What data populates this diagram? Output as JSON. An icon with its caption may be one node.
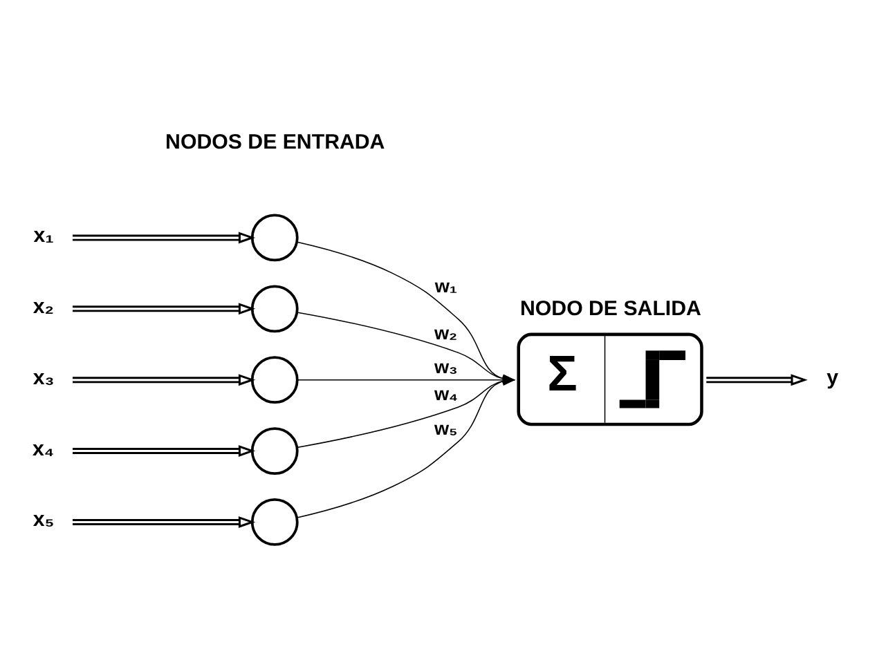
{
  "diagram": {
    "nodes": [
      {
        "text": [
          "x₁"
        ]
      },
      {
        "text": [
          "x₂"
        ]
      },
      {
        "text": [
          "x₃"
        ]
      },
      {
        "text": [
          "x₄"
        ]
      },
      {
        "text": [
          "x₅"
        ]
      },
      {
        "text": [],
        "shape": "circle"
      },
      {
        "text": [],
        "shape": "circle"
      },
      {
        "text": [],
        "shape": "circle"
      },
      {
        "text": [],
        "shape": "circle"
      },
      {
        "text": [],
        "shape": "circle"
      },
      {
        "text": [
          "NODO DE SALIDA",
          "Σ"
        ]
      },
      {
        "text": [
          "y"
        ]
      }
    ],
    "edges": [
      {
        "from": 0,
        "to": 5,
        "arrow": "to"
      },
      {
        "from": 1,
        "to": 6,
        "arrow": "to"
      },
      {
        "from": 2,
        "to": 7,
        "arrow": "to"
      },
      {
        "from": 3,
        "to": 8,
        "arrow": "to"
      },
      {
        "from": 4,
        "to": 9,
        "arrow": "to"
      },
      {
        "from": 5,
        "to": 10,
        "label": "w₁",
        "arrow": "to"
      },
      {
        "from": 6,
        "to": 10,
        "label": "w₂",
        "arrow": "to"
      },
      {
        "from": 7,
        "to": 10,
        "label": "w₃",
        "arrow": "to"
      },
      {
        "from": 8,
        "to": 10,
        "label": "w₄",
        "arrow": "to"
      },
      {
        "from": 9,
        "to": 10,
        "label": "w₅",
        "arrow": "to"
      },
      {
        "from": 10,
        "to": 11,
        "arrow": "to"
      }
    ],
    "labels": [
      "NODOS DE ENTRADA"
    ]
  }
}
